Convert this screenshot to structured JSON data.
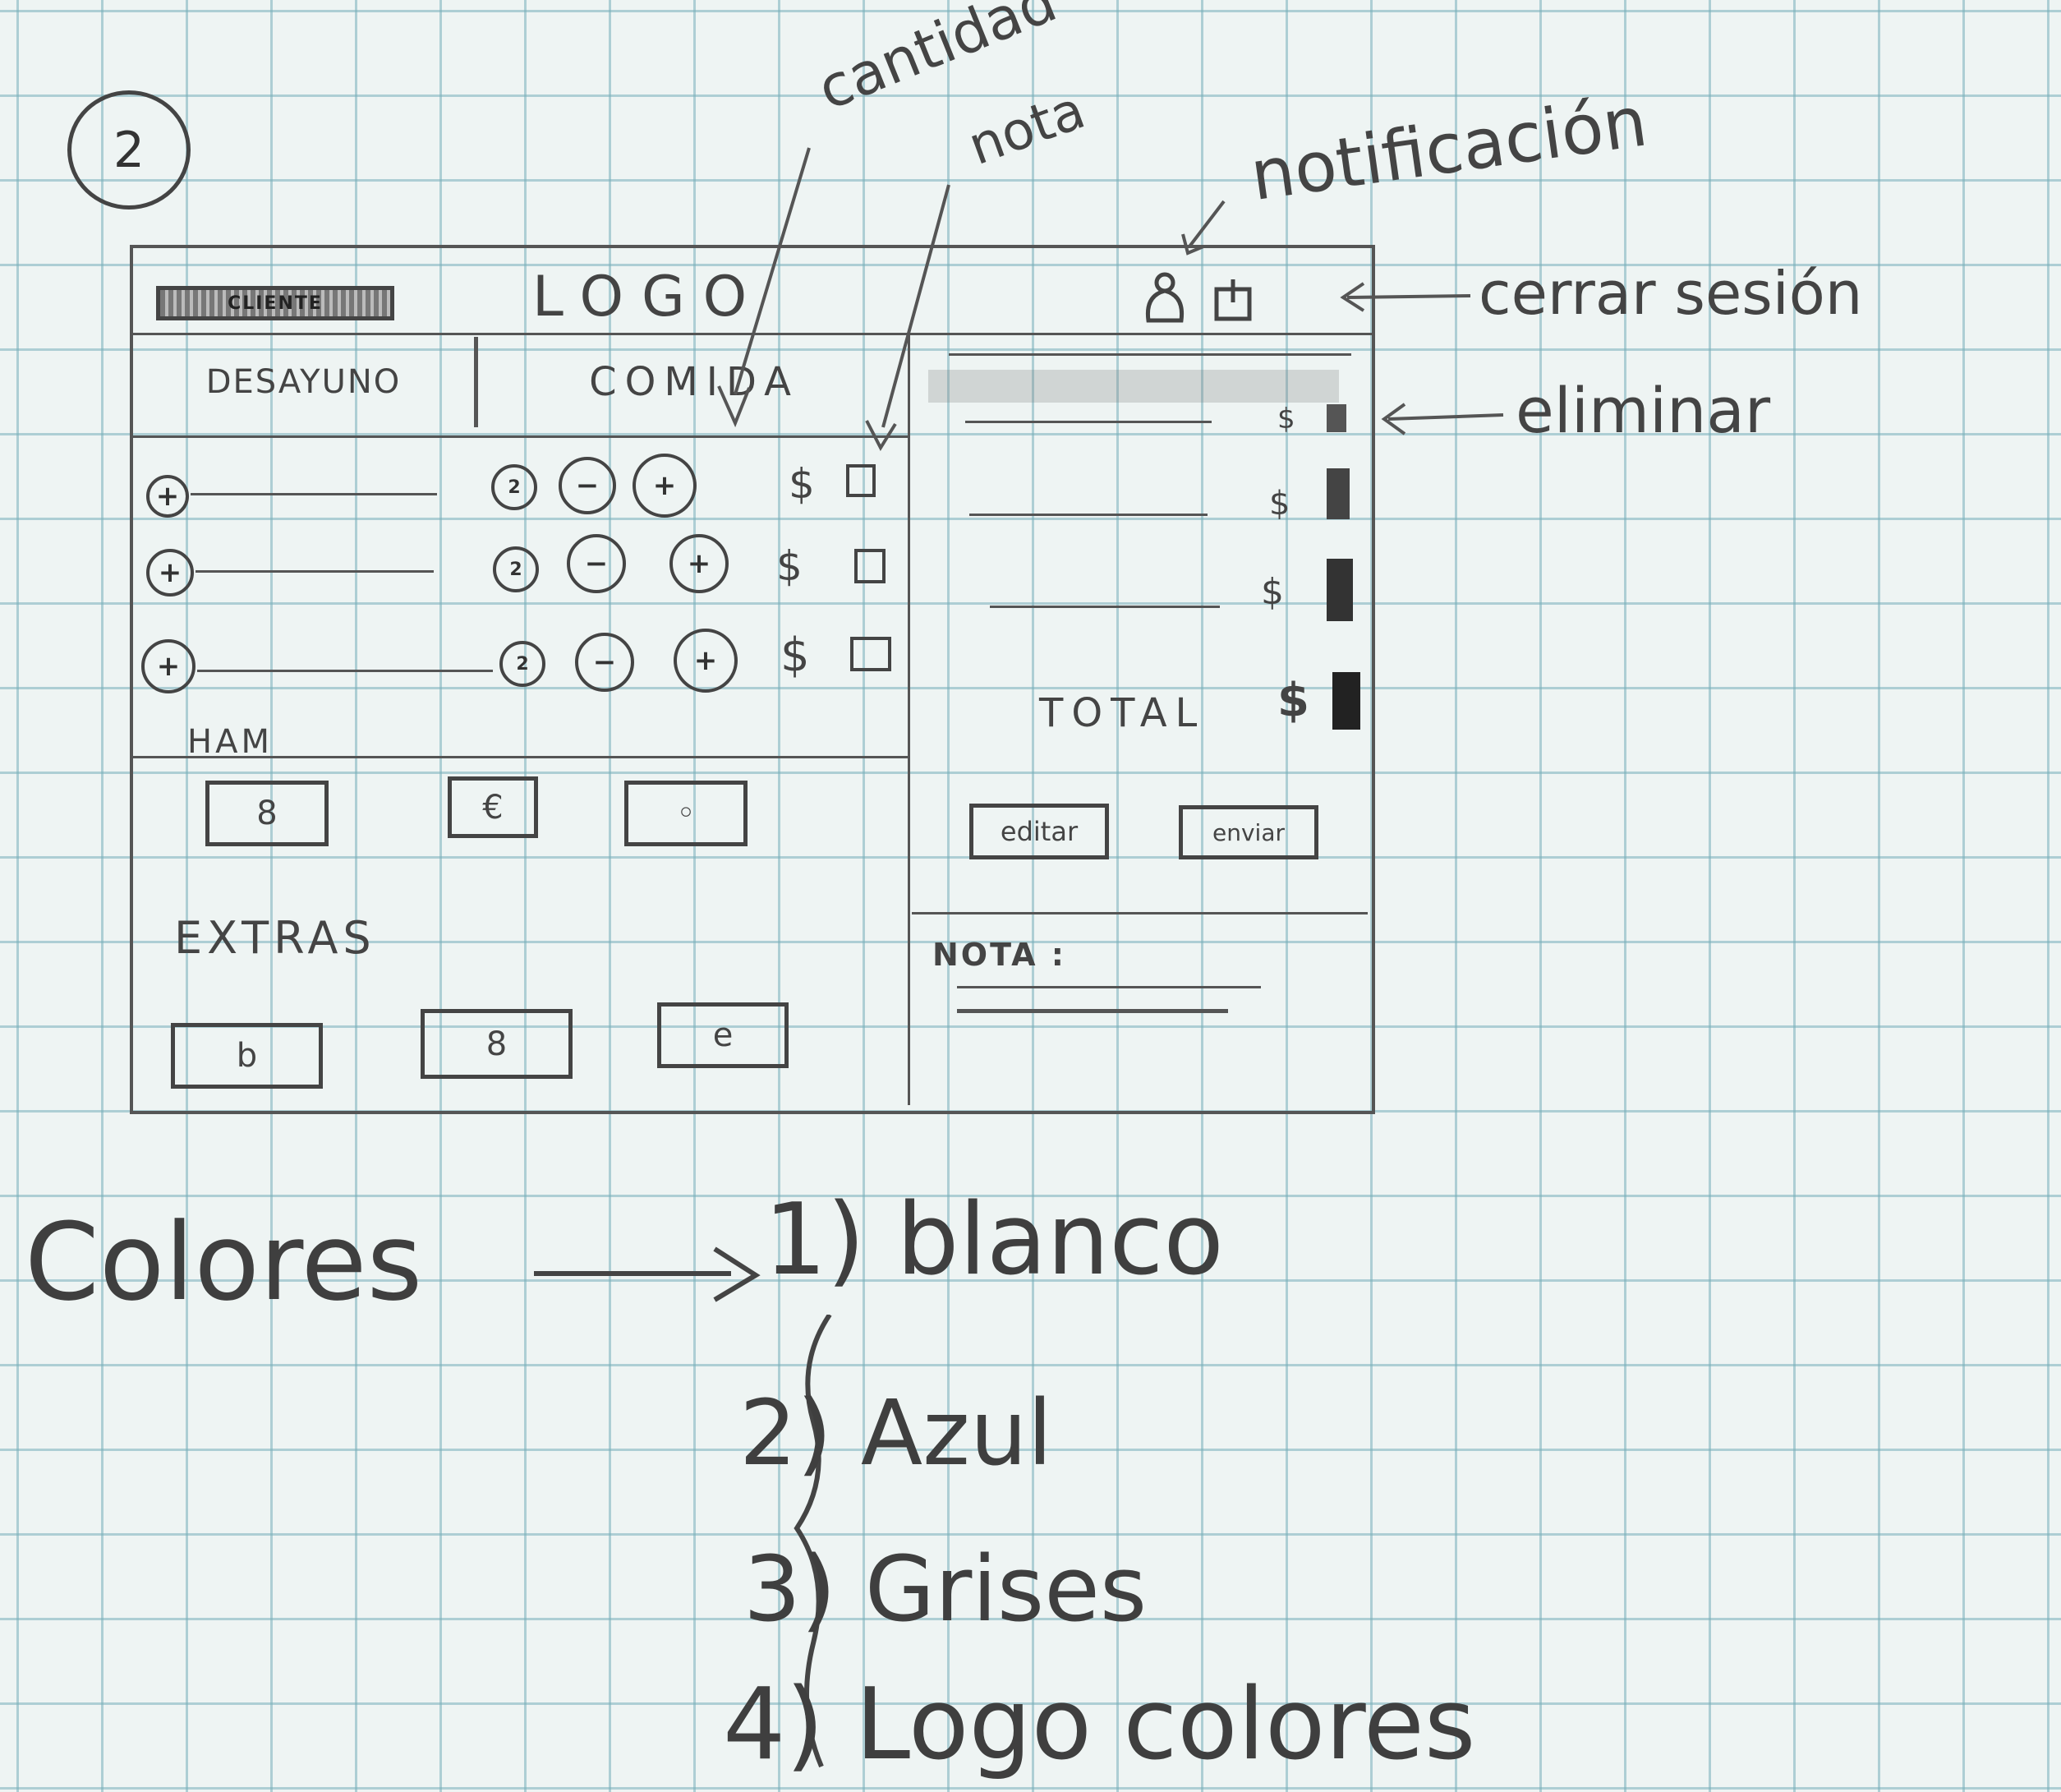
{
  "page_number": "2",
  "header": {
    "client_label": "CLIENTE",
    "logo": "LOGO"
  },
  "tabs": [
    {
      "label": "DESAYUNO"
    },
    {
      "label": "COMIDA"
    }
  ],
  "menu_rows": [
    {
      "price": "$"
    },
    {
      "price": "$"
    },
    {
      "price": "$"
    }
  ],
  "sections": {
    "ham": "HAM",
    "extras": "EXTRAS"
  },
  "order_panel": {
    "items": [
      {
        "price": "$"
      },
      {
        "price": "$"
      },
      {
        "price": "$"
      }
    ],
    "total_label": "TOTAL",
    "total_price": "$",
    "edit_button": "editar",
    "send_button": "enviar",
    "note_label": "NOTA :"
  },
  "annotations": {
    "cantidad": "cantidad",
    "nota": "nota",
    "notificacion": "notificación",
    "cerrar_sesion": "cerrar sesión",
    "eliminar": "eliminar"
  },
  "colors_note": {
    "heading": "Colores",
    "items": [
      "1) blanco",
      "2) Azul",
      "3) Grises",
      "4) Logo colores"
    ]
  }
}
